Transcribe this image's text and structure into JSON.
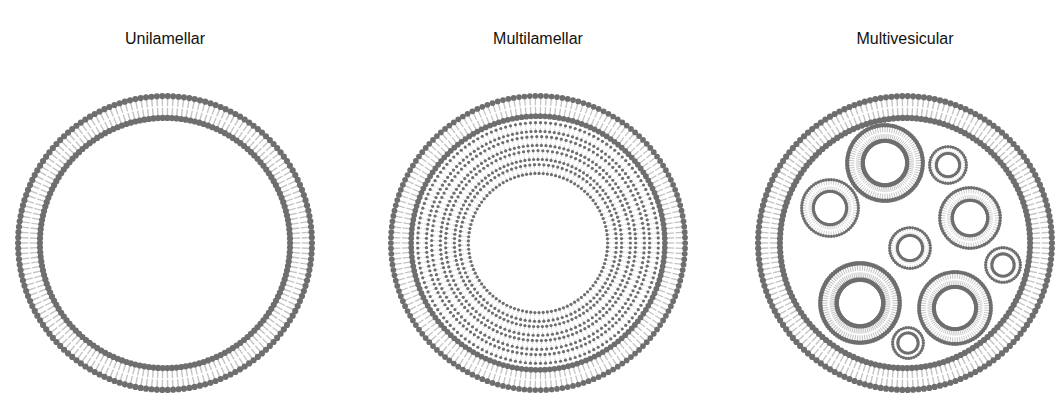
{
  "diagram": {
    "labels": [
      "Unilamellar",
      "Multilamellar",
      "Multivesicular"
    ]
  }
}
